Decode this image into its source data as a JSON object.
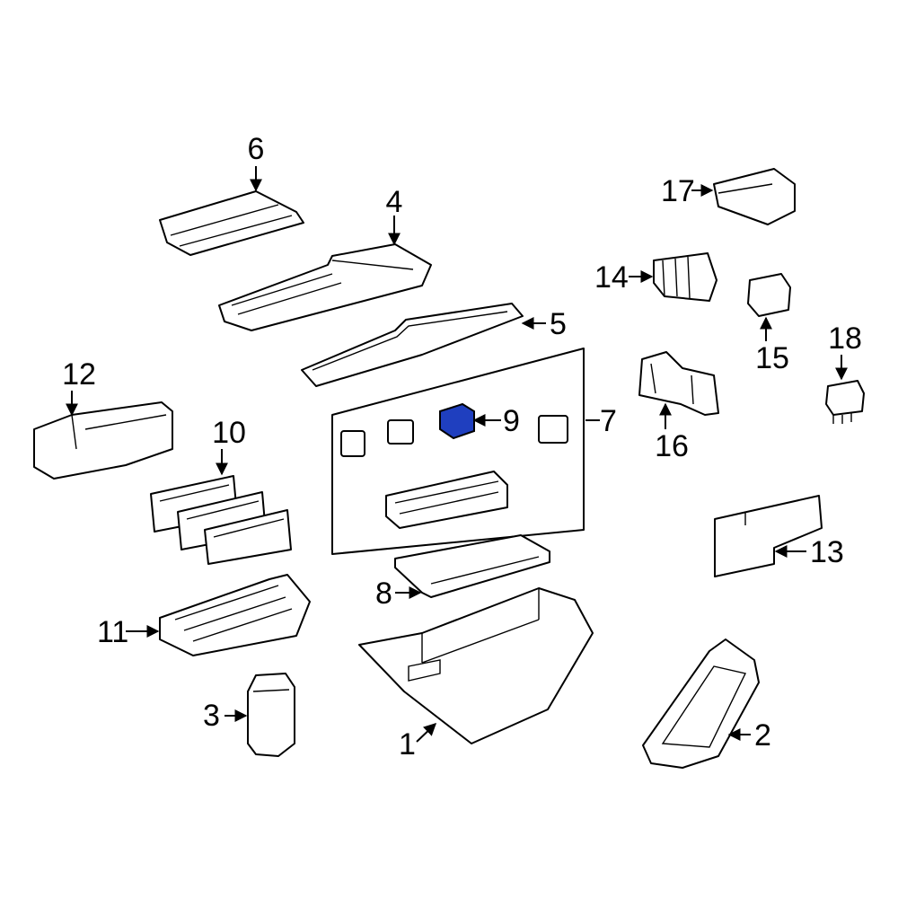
{
  "callouts": {
    "c1": "1",
    "c2": "2",
    "c3": "3",
    "c4": "4",
    "c5": "5",
    "c6": "6",
    "c7": "7",
    "c8": "8",
    "c9": "9",
    "c10": "10",
    "c11": "11",
    "c12": "12",
    "c13": "13",
    "c14": "14",
    "c15": "15",
    "c16": "16",
    "c17": "17",
    "c18": "18"
  },
  "colors": {
    "highlight": "#1f3fbf",
    "line": "#000000",
    "background": "#ffffff"
  }
}
